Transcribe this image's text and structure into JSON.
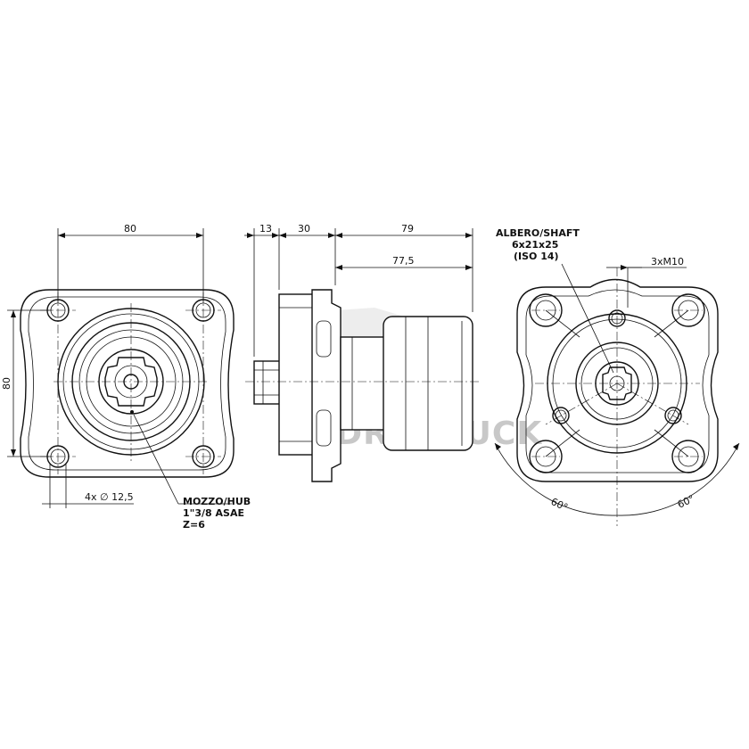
{
  "watermark": "HYDROTRUCK",
  "front_view": {
    "dim_width": "80",
    "dim_height": "80",
    "holes_label": "4x ∅ 12,5",
    "hub_label_1": "MOZZO/HUB",
    "hub_label_2": "1\"3/8 ASAE",
    "hub_label_3": "Z=6"
  },
  "side_view": {
    "dim_13": "13",
    "dim_30": "30",
    "dim_79": "79",
    "dim_77_5": "77,5"
  },
  "rear_view": {
    "shaft_label_1": "ALBERO/SHAFT",
    "shaft_label_2": "6x21x25",
    "shaft_label_3": "(ISO 14)",
    "thread_label": "3xM10",
    "angle_left": "60°",
    "angle_right": "60°"
  }
}
